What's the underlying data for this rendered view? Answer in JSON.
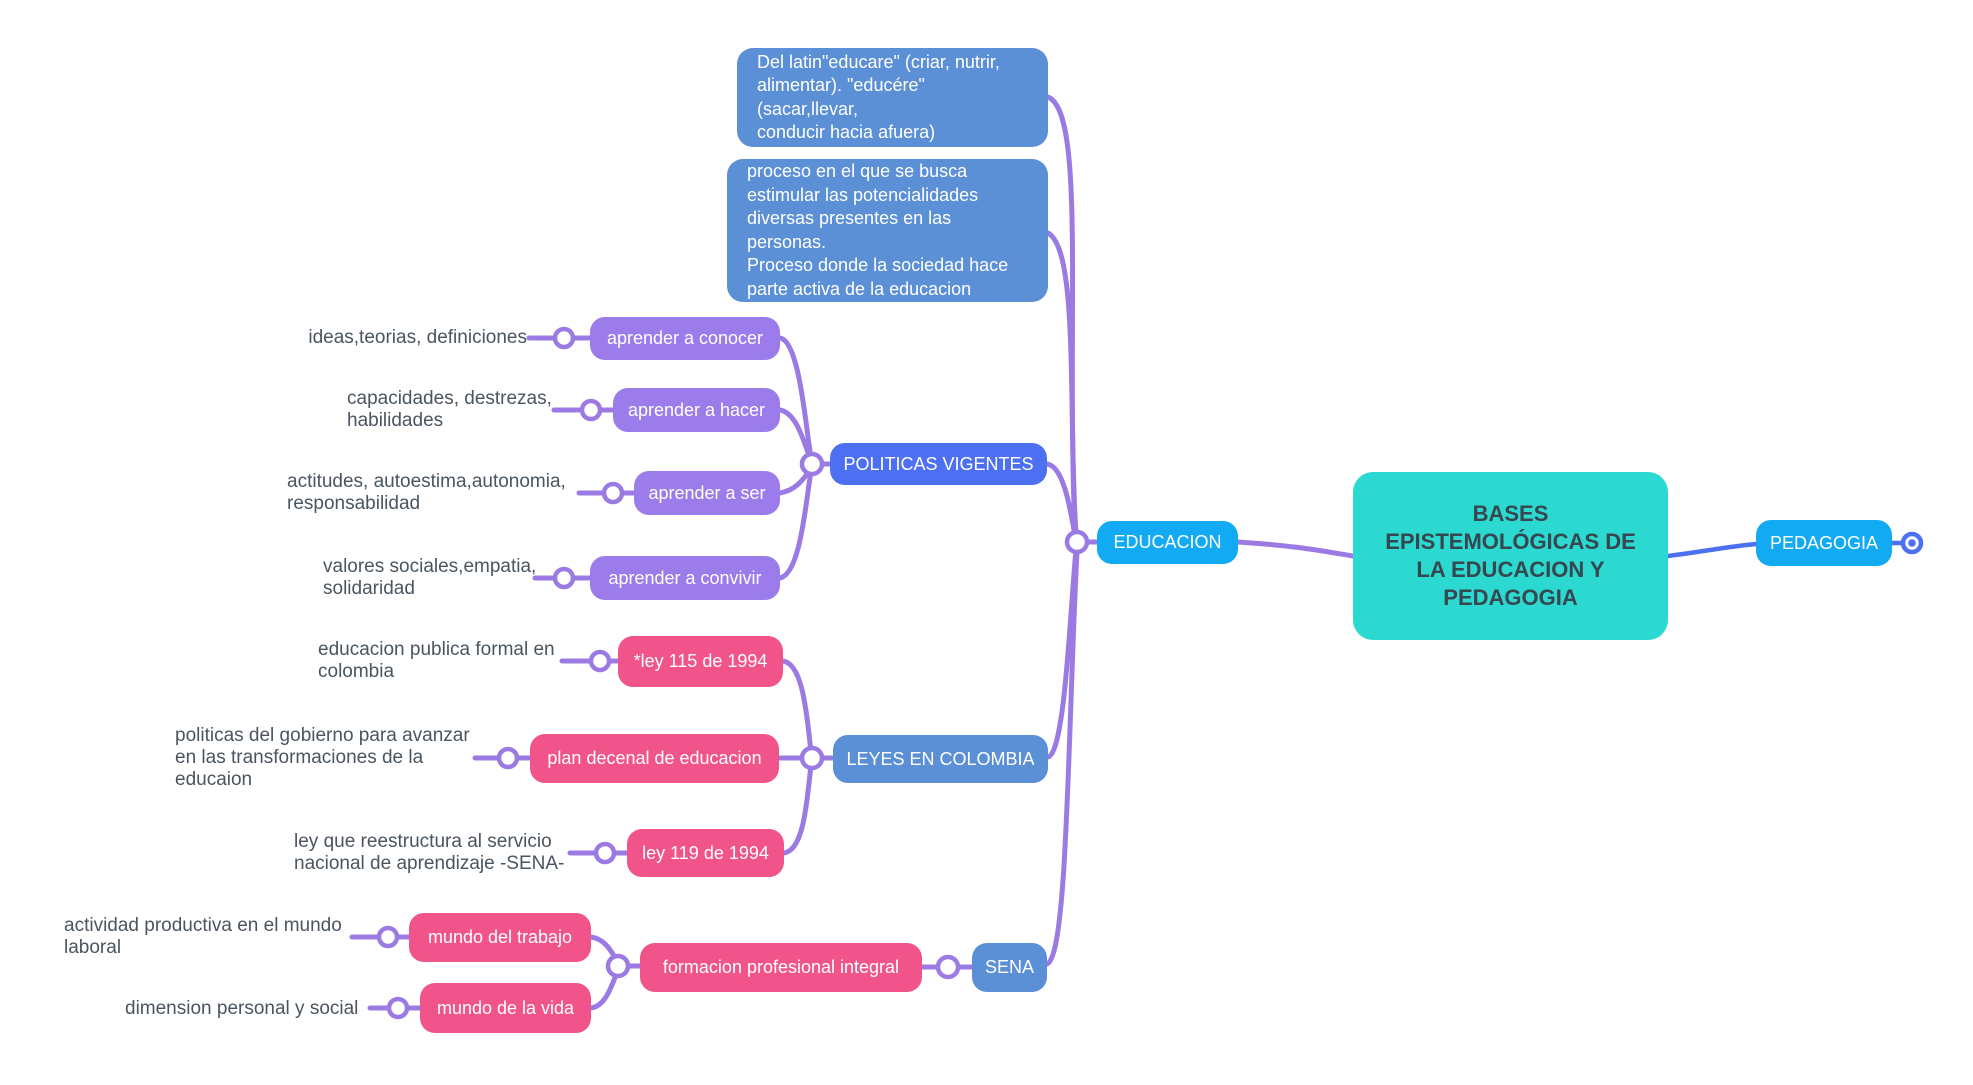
{
  "title": {
    "label": "BASES\nEPISTEMOLÓGICAS DE\nLA EDUCACION Y\nPEDAGOGIA"
  },
  "pedagogia": {
    "label": "PEDAGOGIA"
  },
  "educacion": {
    "label": "EDUCACION",
    "definitions": [
      {
        "text": "Del latin\"educare\" (criar, nutrir,\nalimentar). \"educére\" (sacar,llevar,\nconducir hacia afuera)"
      },
      {
        "text": "proceso en el que se busca\nestimular las potencialidades\ndiversas presentes en las personas.\nProceso donde la sociedad hace\nparte activa de la educacion"
      }
    ],
    "branches": {
      "politicas": {
        "label": "POLITICAS VIGENTES",
        "children": [
          {
            "label": "aprender a conocer",
            "note": "ideas,teorias, definiciones"
          },
          {
            "label": "aprender a hacer",
            "note": "capacidades, destrezas,\nhabilidades"
          },
          {
            "label": "aprender a ser",
            "note": "actitudes, autoestima,autonomia,\nresponsabilidad"
          },
          {
            "label": "aprender a convivir",
            "note": "valores sociales,empatia,\nsolidaridad"
          }
        ]
      },
      "leyes": {
        "label": "LEYES EN COLOMBIA",
        "children": [
          {
            "label": "*ley 115 de 1994",
            "note": "educacion publica formal en\ncolombia"
          },
          {
            "label": "plan decenal de educacion",
            "note": "politicas del gobierno para avanzar\nen las transformaciones de la\neducaion"
          },
          {
            "label": "ley 119 de 1994",
            "note": "ley que reestructura al servicio\nnacional de aprendizaje -SENA-"
          }
        ]
      },
      "sena": {
        "label": "SENA",
        "child": {
          "label": "formacion profesional integral",
          "children": [
            {
              "label": "mundo del trabajo",
              "note": "actividad productiva en el mundo\nlaboral"
            },
            {
              "label": "mundo de la vida",
              "note": "dimension personal y social"
            }
          ]
        }
      }
    }
  },
  "colors": {
    "purple_line": "#9B7BE3",
    "purple_node": "#9C7BEB",
    "royal_blue": "#4D6FF2",
    "steel_blue": "#5B8FD6",
    "cyan_node": "#12AAF2",
    "teal_root": "#2BD9D0",
    "pink_node": "#F0548A",
    "note_text": "#4A5560",
    "root_text": "#37474F"
  }
}
